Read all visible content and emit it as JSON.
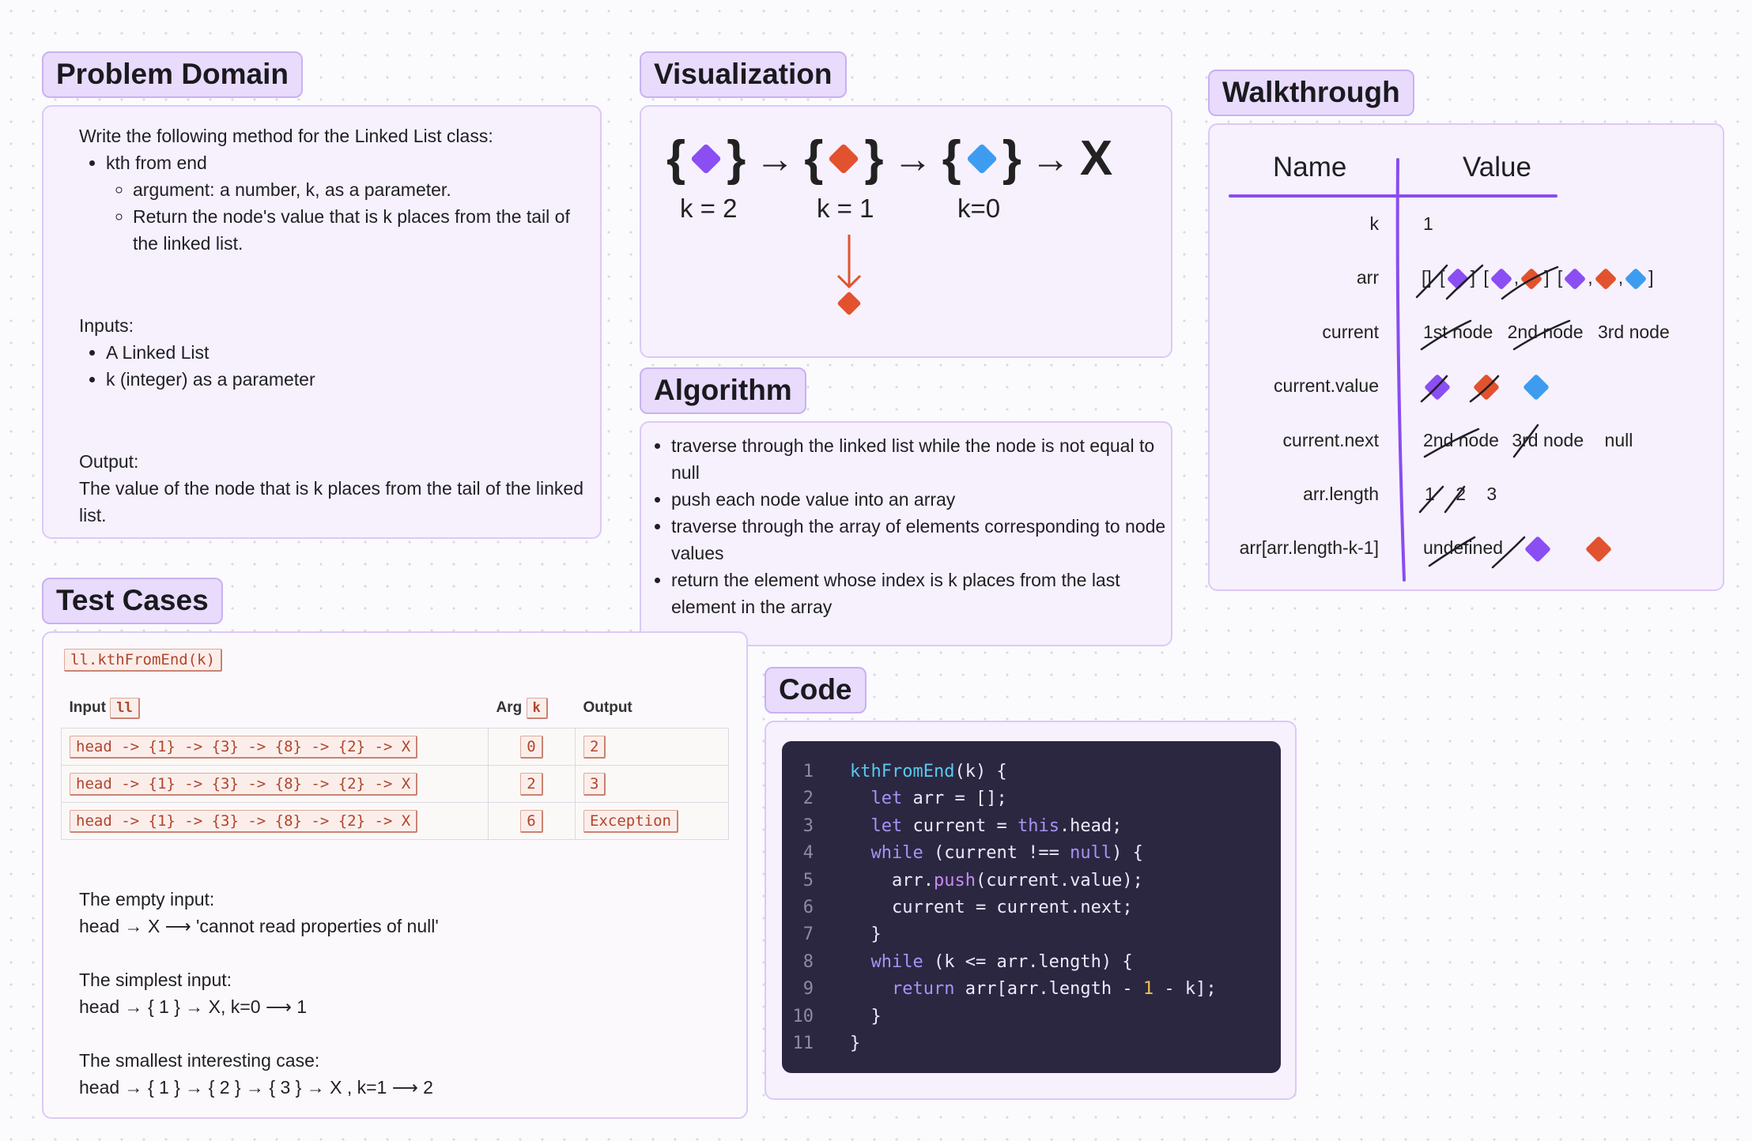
{
  "colors": {
    "purple": "#8b4ef2",
    "red": "#e2522e",
    "blue": "#3e9cf0",
    "header_bg": "#e8dbfc",
    "panel_bg": "#f6f1fd",
    "line_purple": "#8a4cf0"
  },
  "problem_domain": {
    "title": "Problem Domain",
    "intro": "Write the following method for the Linked List class:",
    "method": "kth from end",
    "details": [
      "argument: a number, k, as a parameter.",
      "Return the node's value that is k places from the tail of the linked list."
    ],
    "inputs_label": "Inputs:",
    "inputs": [
      "A Linked List",
      "k (integer) as a parameter"
    ],
    "output_label": "Output:",
    "output": "The value of the node that is k places from the tail of the linked list."
  },
  "visualization": {
    "title": "Visualization",
    "nodes": [
      {
        "icon": "purple-diamond-icon",
        "color": "purple",
        "k_label": "k = 2"
      },
      {
        "icon": "red-diamond-icon",
        "color": "red",
        "k_label": "k = 1"
      },
      {
        "icon": "blue-diamond-icon",
        "color": "blue",
        "k_label": "k=0"
      }
    ],
    "left_brace": "{",
    "right_brace": "}",
    "arrow": "→",
    "end": "X",
    "result_icon": "red-diamond-icon"
  },
  "algorithm": {
    "title": "Algorithm",
    "steps": [
      "traverse through the linked list while the node is not equal to null",
      "push each node value into an array",
      "traverse through the array of elements corresponding to node values",
      "return the element whose index is k places from the last element in the array"
    ]
  },
  "walkthrough": {
    "title": "Walkthrough",
    "col_name": "Name",
    "col_value": "Value",
    "rows": {
      "k": {
        "name": "k",
        "value": "1"
      },
      "arr": {
        "name": "arr",
        "open": "[",
        "close": "]",
        "comma": ","
      },
      "current": {
        "name": "current",
        "values": [
          "1st node",
          "2nd node",
          "3rd node"
        ]
      },
      "current_value": {
        "name": "current.value"
      },
      "current_next": {
        "name": "current.next",
        "values": [
          "2nd node",
          "3rd node",
          "null"
        ]
      },
      "arr_length": {
        "name": "arr.length",
        "values": [
          "1",
          "2",
          "3"
        ]
      },
      "arr_kth": {
        "name": "arr[arr.length-k-1]",
        "value": "undefined"
      }
    }
  },
  "test_cases": {
    "title": "Test Cases",
    "call": "ll.kthFromEnd(k)",
    "headers": {
      "input": "Input",
      "input_chip": "ll",
      "arg": "Arg",
      "arg_chip": "k",
      "output": "Output"
    },
    "rows": [
      {
        "input": "head -> {1} -> {3} -> {8} -> {2} -> X",
        "arg": "0",
        "output": "2"
      },
      {
        "input": "head -> {1} -> {3} -> {8} -> {2} -> X",
        "arg": "2",
        "output": "3"
      },
      {
        "input": "head -> {1} -> {3} -> {8} -> {2} -> X",
        "arg": "6",
        "output": "Exception"
      }
    ],
    "empty_label": "The empty input:",
    "empty_case": "head → X ⟶ 'cannot read properties of null'",
    "simplest_label": "The simplest input:",
    "simplest_case": "head → { 1 } → X, k=0 ⟶ 1",
    "interesting_label": "The smallest interesting case:",
    "interesting_case": "head → { 1 } → { 2 } → { 3 } → X , k=1 ⟶ 2"
  },
  "code": {
    "title": "Code",
    "line_numbers": [
      "1",
      "2",
      "3",
      "4",
      "5",
      "6",
      "7",
      "8",
      "9",
      "10",
      "11"
    ]
  }
}
